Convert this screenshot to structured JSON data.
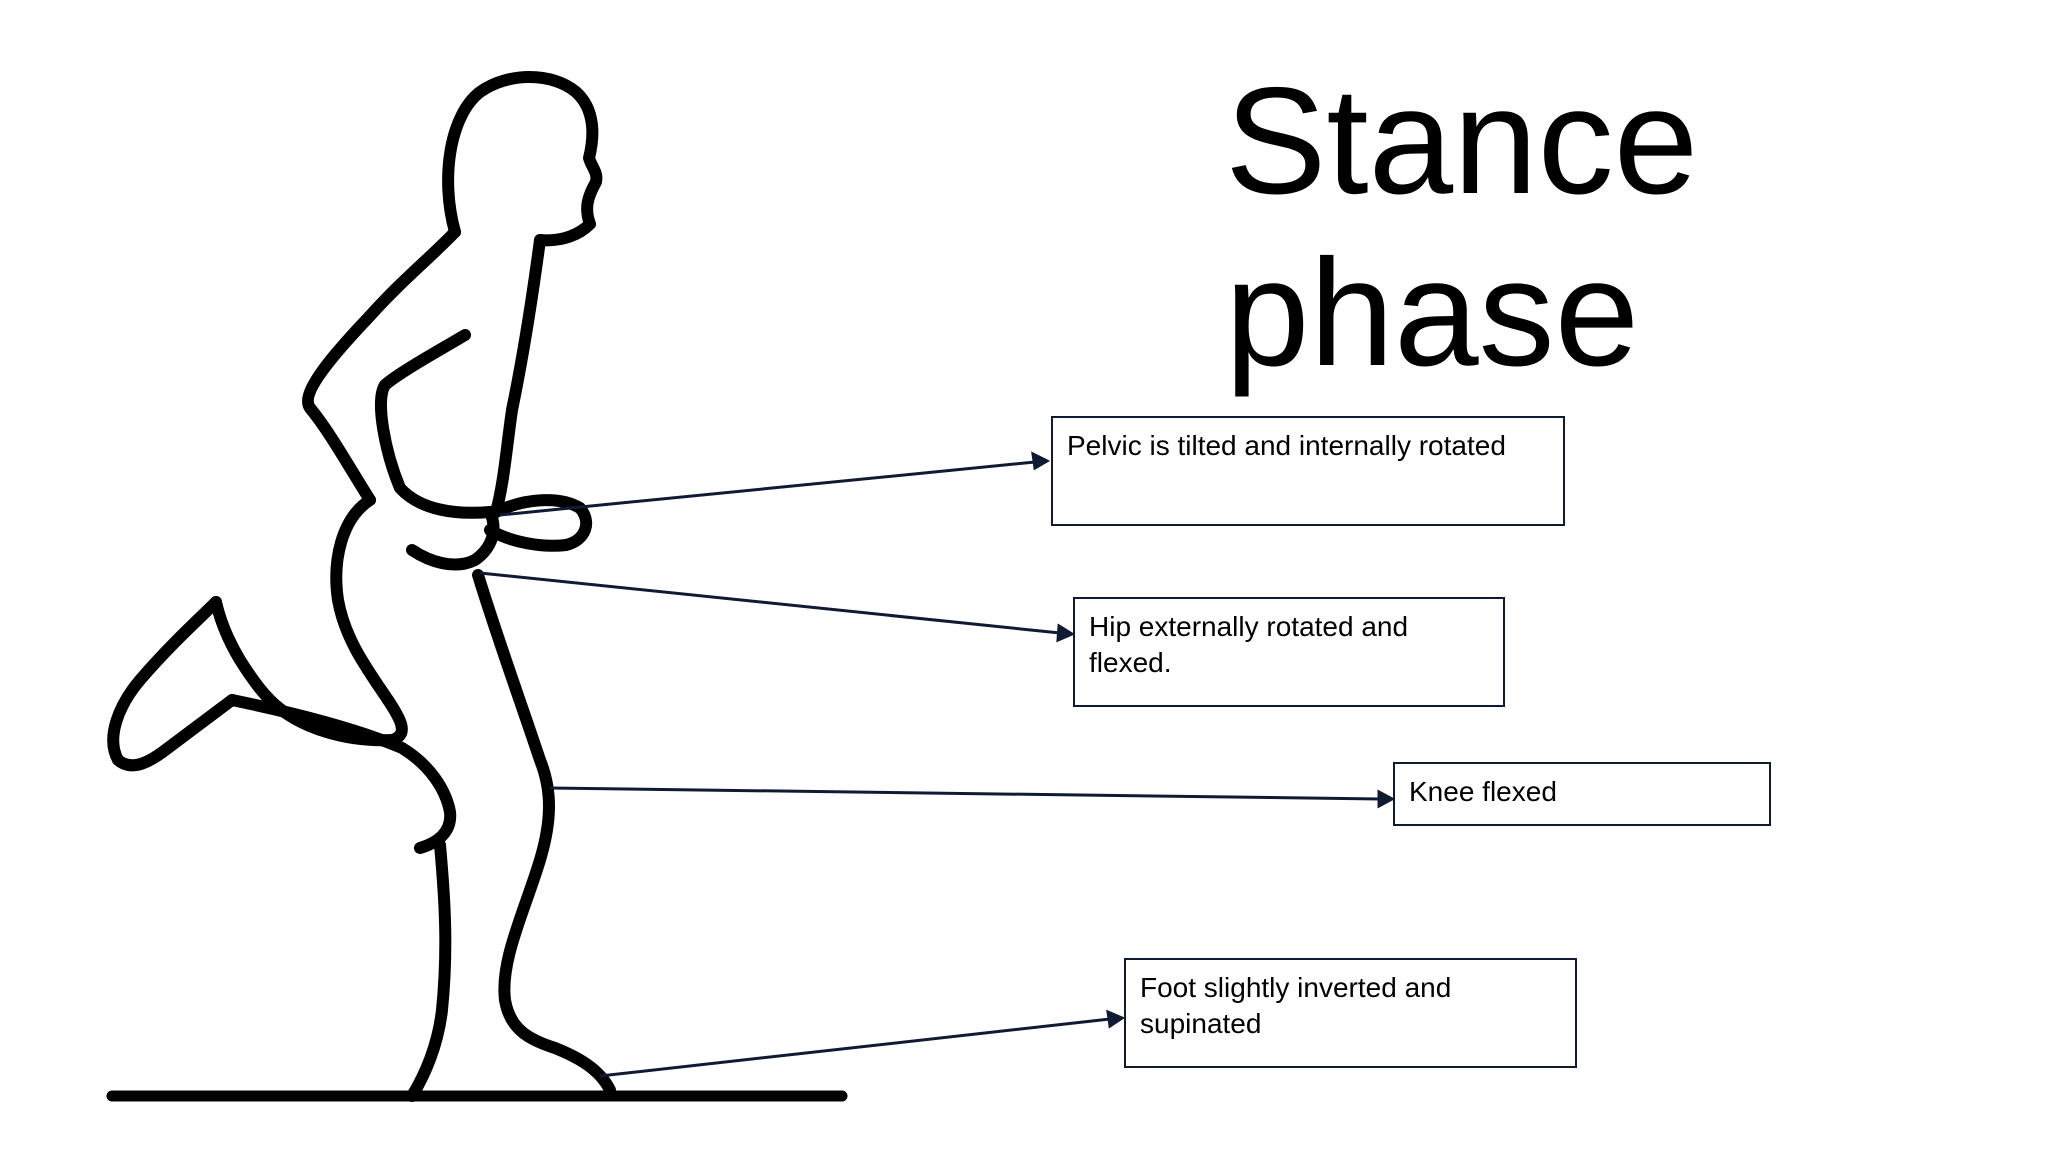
{
  "title": {
    "line1": "Stance",
    "line2": "phase"
  },
  "labels": {
    "pelvis": "Pelvic is tilted and internally rotated",
    "hip": "Hip externally rotated and flexed.",
    "knee": "Knee flexed",
    "foot": "Foot slightly inverted and supinated"
  },
  "colors": {
    "figure_outline": "#000000",
    "callout_line": "#0f1a33",
    "box_border": "#0f1a33",
    "background": "#ffffff"
  }
}
